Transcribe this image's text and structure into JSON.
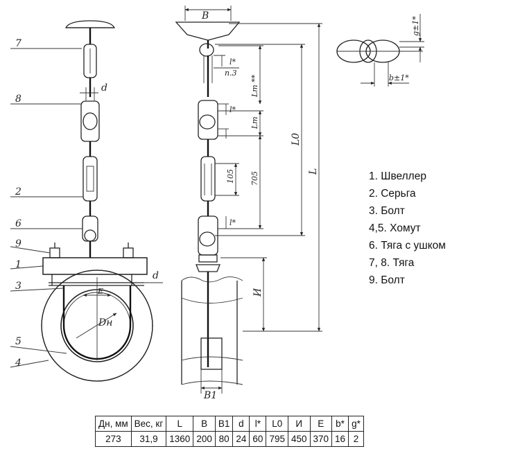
{
  "callouts": [
    "7",
    "8",
    "2",
    "6",
    "9",
    "1",
    "3",
    "5",
    "4"
  ],
  "dims": {
    "d_top": "d",
    "d_side": "d",
    "E": "E",
    "Dn": "Dн",
    "B": "B",
    "n3": "n.3",
    "Lt": "Lт **",
    "l1": "l*",
    "l2": "l*",
    "l3": "l*",
    "Lt2": "Lт",
    "L0": "L0",
    "L": "L",
    "v705": "705",
    "v105": "105",
    "I": "И",
    "B1": "B1",
    "gtol": "g±1*",
    "btol": "b±1*"
  },
  "legend": [
    "1. Швеллер",
    "2. Серьга",
    "3. Болт",
    "4,5. Хомут",
    "6. Тяга с ушком",
    "7, 8. Тяга",
    "9. Болт"
  ],
  "table": {
    "headers": [
      "Дн, мм",
      "Вес, кг",
      "L",
      "B",
      "B1",
      "d",
      "l*",
      "L0",
      "И",
      "E",
      "b*",
      "g*"
    ],
    "values": [
      "273",
      "31,9",
      "1360",
      "200",
      "80",
      "24",
      "60",
      "795",
      "450",
      "370",
      "16",
      "2"
    ]
  }
}
